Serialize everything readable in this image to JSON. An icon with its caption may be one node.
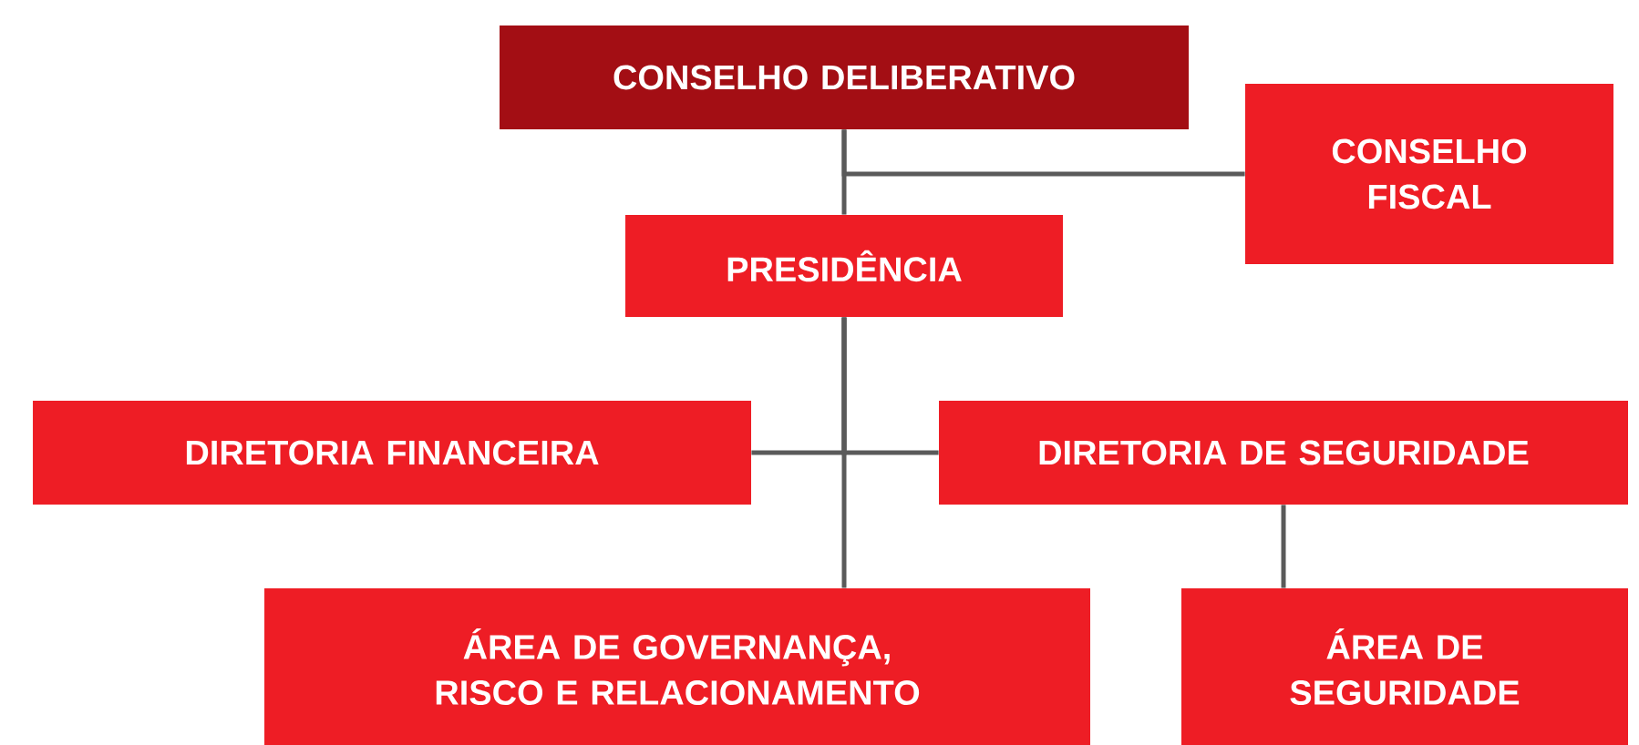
{
  "diagram": {
    "nodes": [
      {
        "text": [
          "CONSELHO DELIBERATIVO"
        ]
      },
      {
        "text": [
          "CONSELHO FISCAL"
        ]
      },
      {
        "text": [
          "PRESIDÊNCIA"
        ]
      },
      {
        "text": [
          "DIRETORIA FINANCEIRA"
        ]
      },
      {
        "text": [
          "DIRETORIA DE SEGURIDADE"
        ]
      },
      {
        "text": [
          "ÁREA DE GOVERNANÇA, RISCO E RELACIONAMENTO"
        ]
      },
      {
        "text": [
          "ÁREA DE SEGURIDADE"
        ]
      }
    ],
    "edges": [
      {
        "from": 0,
        "to": 2,
        "arrow": "none"
      },
      {
        "from": 0,
        "to": 1,
        "arrow": "none"
      },
      {
        "from": 2,
        "to": 3,
        "arrow": "none"
      },
      {
        "from": 2,
        "to": 4,
        "arrow": "none"
      },
      {
        "from": 2,
        "to": 5,
        "arrow": "none"
      },
      {
        "from": 4,
        "to": 6,
        "arrow": "none"
      }
    ]
  }
}
